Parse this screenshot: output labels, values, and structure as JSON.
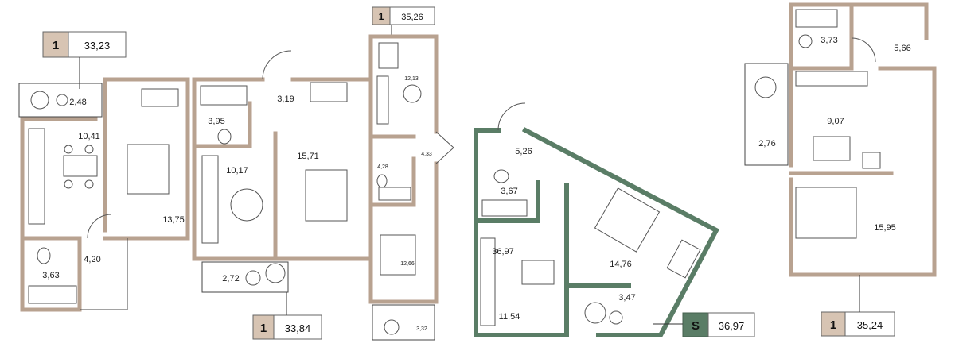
{
  "colors": {
    "wall": "#b8a290",
    "badge_type_fill": "#d7c4b3",
    "accent_green": "#5a7d66",
    "badge_area_fill": "#ffffff"
  },
  "badges": [
    {
      "type": "1",
      "area": "33,23"
    },
    {
      "type": "1",
      "area": "35,26"
    },
    {
      "type": "1",
      "area": "33,84"
    },
    {
      "type": "S",
      "area": "36,97"
    },
    {
      "type": "1",
      "area": "35,24"
    }
  ],
  "rooms": {
    "plan_a": [
      "2,48",
      "10,41",
      "13,75",
      "4,20",
      "3,63"
    ],
    "plan_b": [
      "3,19",
      "3,95",
      "15,71",
      "10,17",
      "2,72"
    ],
    "plan_c": [
      "12,13",
      "4,28",
      "4,33",
      "12,66",
      "3,32"
    ],
    "plan_d": [
      "5,26",
      "3,67",
      "36,97",
      "14,76",
      "11,54",
      "3,47"
    ],
    "plan_e": [
      "3,73",
      "5,66",
      "9,07",
      "2,76",
      "15,95"
    ]
  }
}
